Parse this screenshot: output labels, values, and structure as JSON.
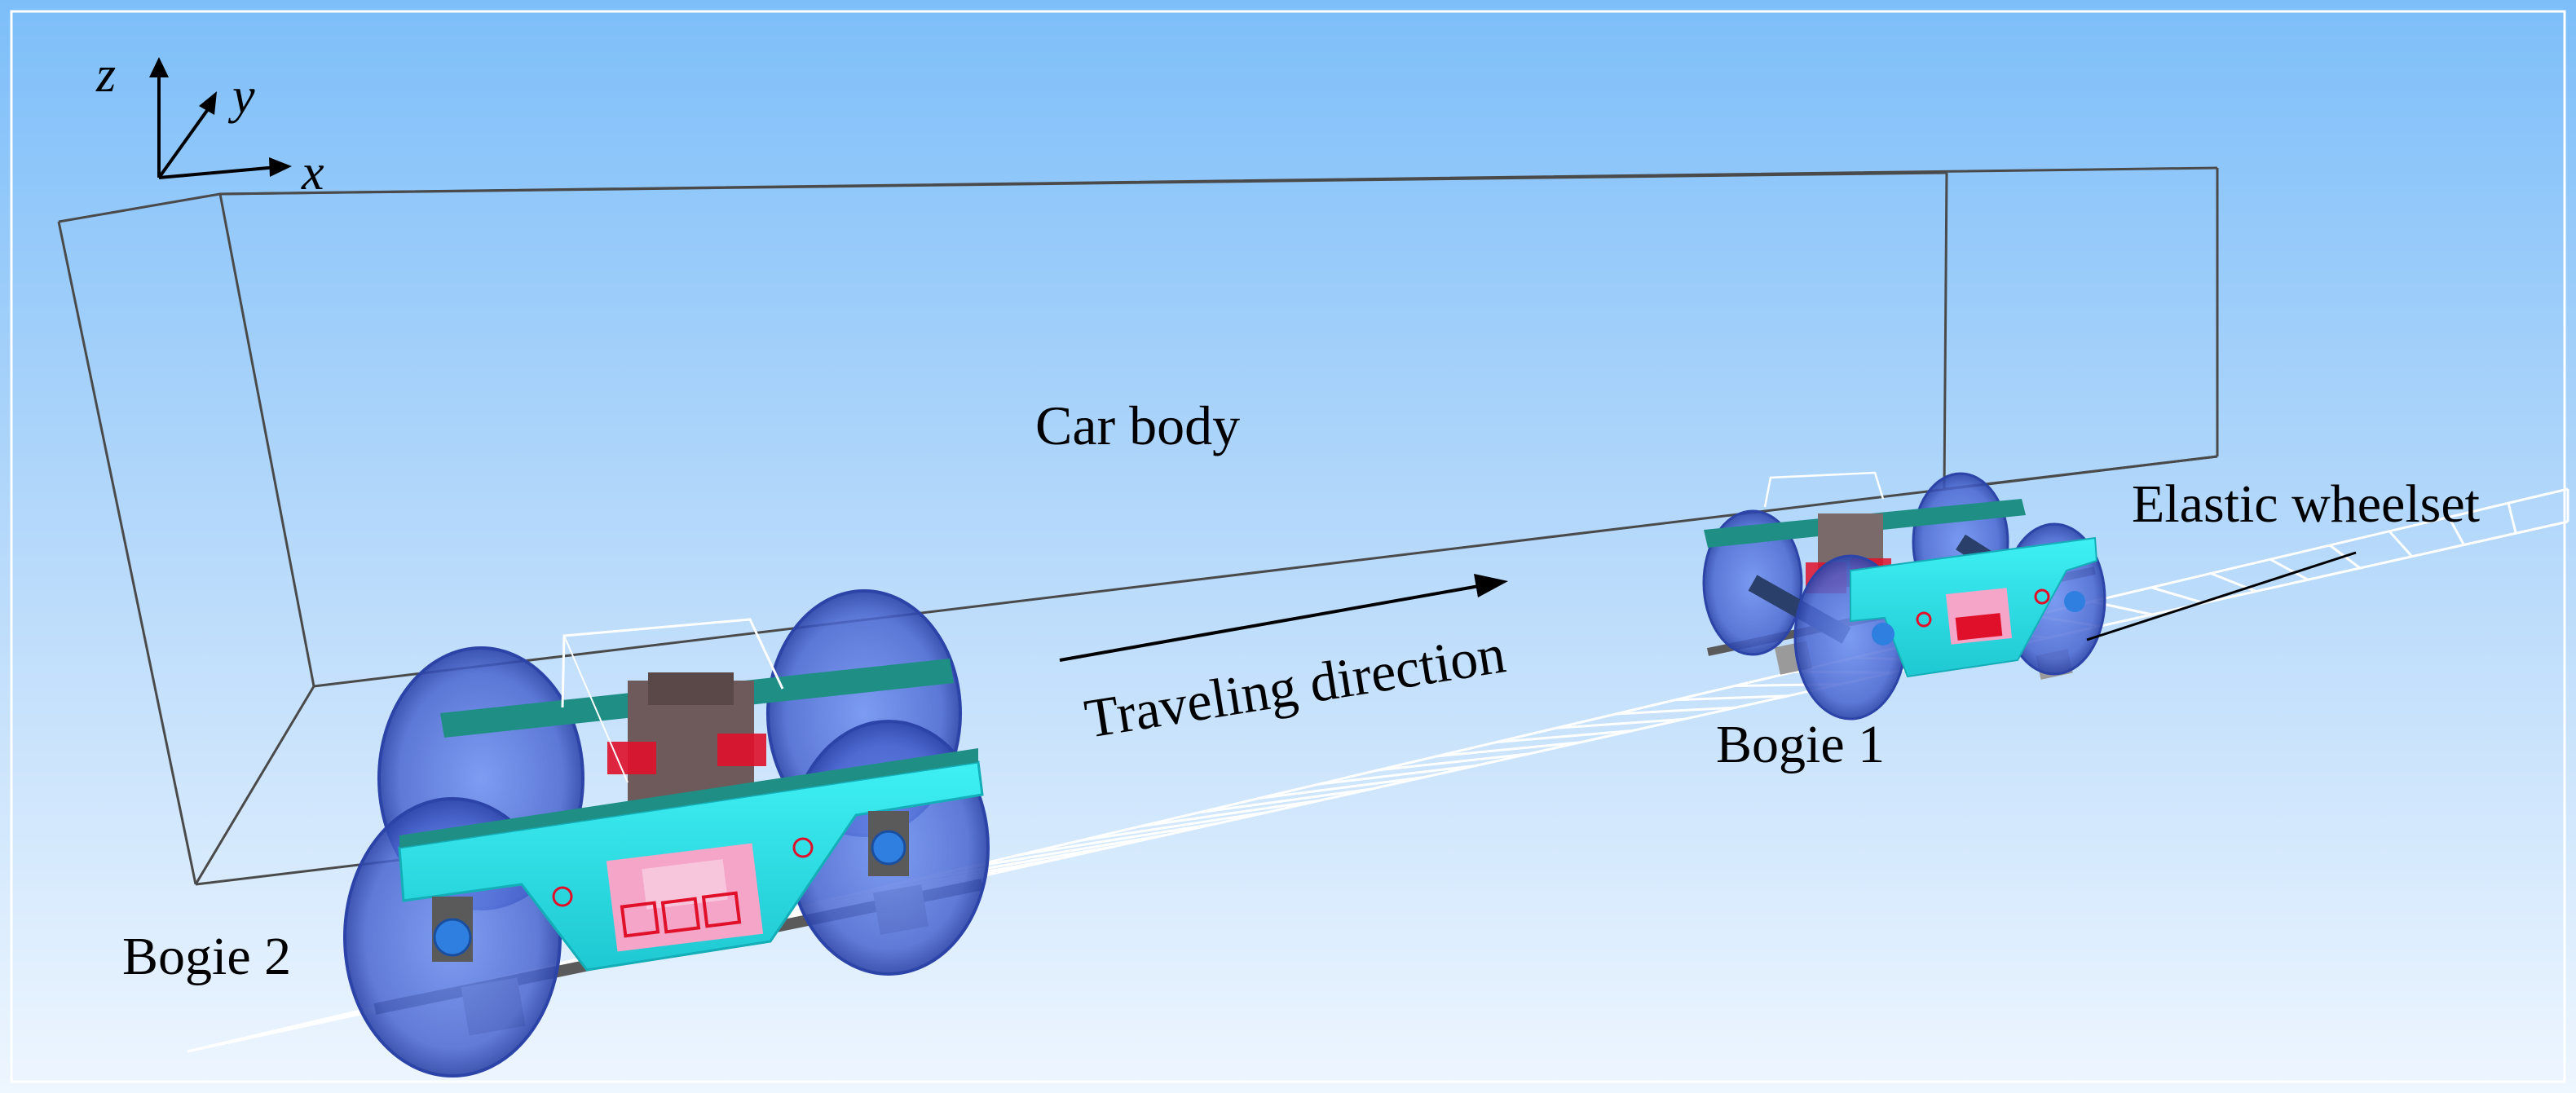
{
  "figure": {
    "axes": {
      "x": "x",
      "y": "y",
      "z": "z"
    },
    "labels": {
      "car_body": "Car body",
      "elastic_wheelset": "Elastic wheelset",
      "traveling_direction": "Traveling direction",
      "bogie_1": "Bogie 1",
      "bogie_2": "Bogie 2"
    },
    "colors": {
      "background_top": "#7dbef9",
      "background_bottom": "#eef6ff",
      "frame_cyan": "#2cd9e0",
      "frame_dark_teal": "#1f8f86",
      "wheel_blue": "#4f6fd8",
      "spring_red": "#e0102a",
      "bolster_pink": "#f4a5c8",
      "rail_gray": "#5a5a5a"
    }
  }
}
